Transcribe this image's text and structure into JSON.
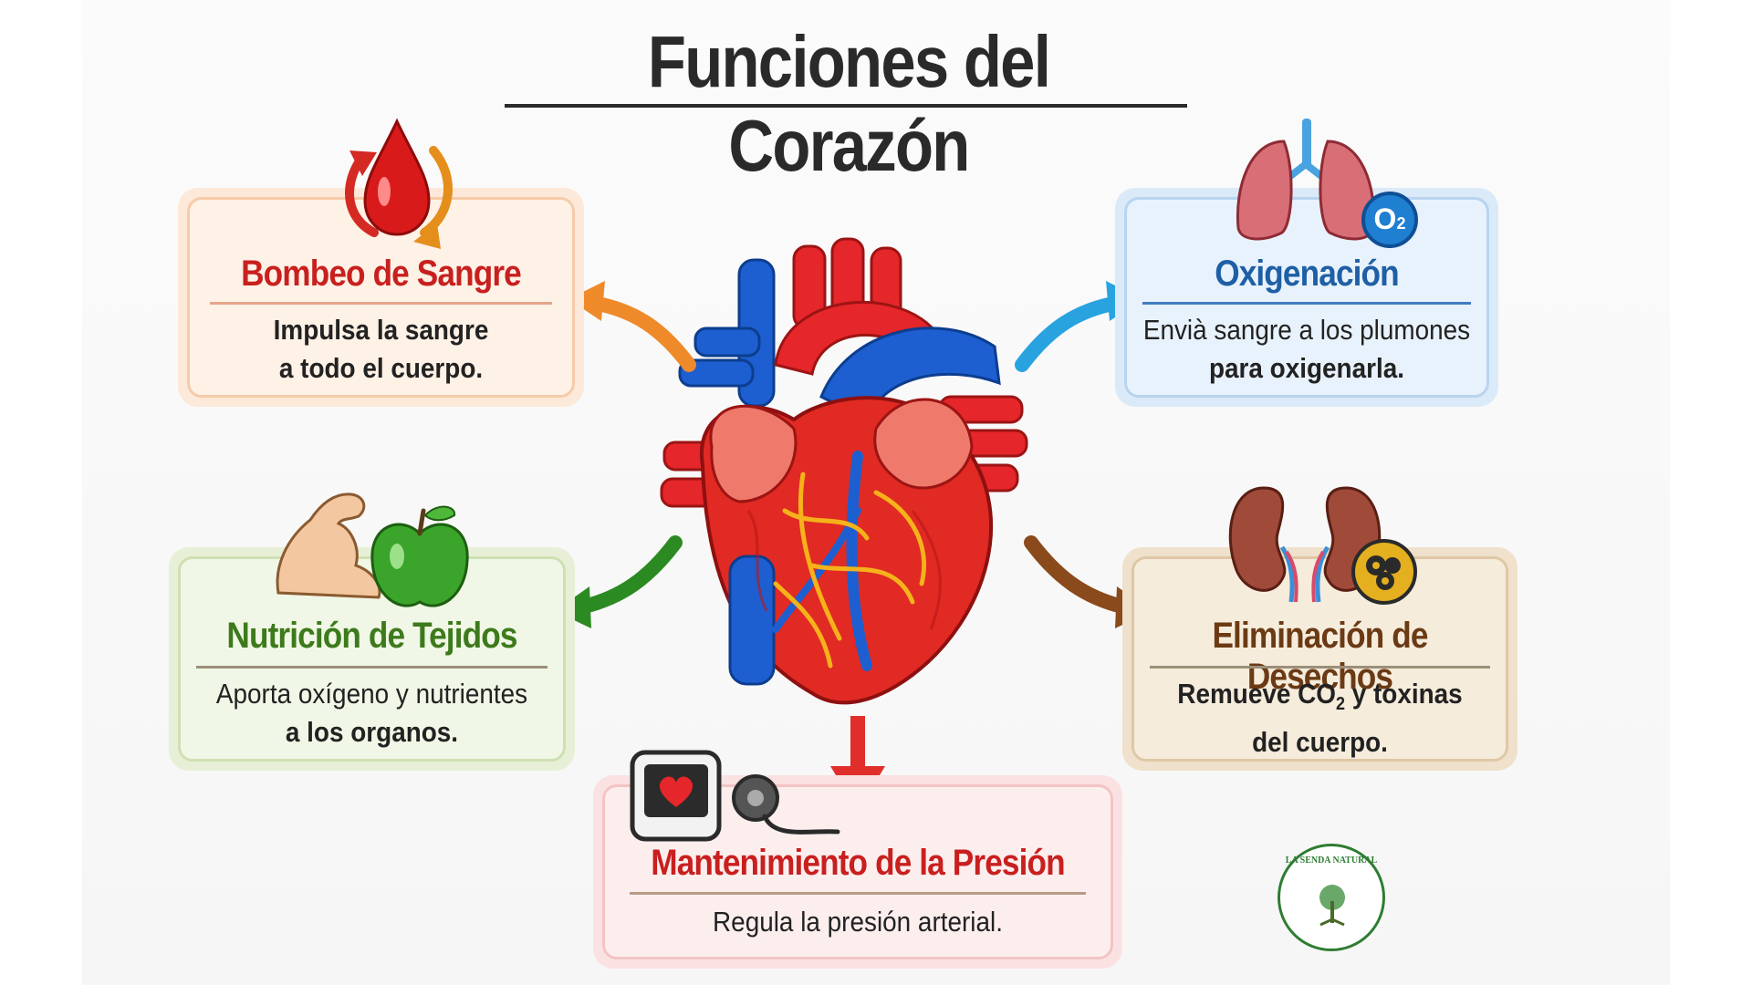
{
  "title": "Funciones del Corazón",
  "cards": {
    "bombeo": {
      "heading": "Bombeo de Sangre",
      "line1": "Impulsa la sangre",
      "line2": "a todo el cuerpo."
    },
    "oxigenacion": {
      "heading": "Oxigenación",
      "line1": "Envià sangre a los plumones",
      "line2": "para oxigenarla."
    },
    "nutricion": {
      "heading": "Nutrición de Tejidos",
      "line1": "Aporta oxígeno y nutrientes",
      "line2": "a los organos."
    },
    "eliminacion": {
      "heading": "Eliminación de Desechos",
      "line1_pre": "Remueve CO",
      "line1_sub": "2",
      "line1_post": " y toxinas",
      "line2": "del cuerpo."
    },
    "presion": {
      "heading": "Mantenimiento de la Presión",
      "line1": "Regula la presión arterial."
    }
  },
  "badges": {
    "o2": "O",
    "o2_sub": "2"
  },
  "logo": {
    "text": "LA SENDA NATURAL"
  },
  "colors": {
    "bombeo": "#c8201f",
    "oxigenacion": "#1e5fa6",
    "nutricion": "#3d7a1c",
    "eliminacion": "#6b3a14",
    "presion": "#c8201f",
    "arrow_orange": "#ef8a2b",
    "arrow_blue": "#28a3e0",
    "arrow_green": "#2b8a22",
    "arrow_brown": "#8a4a1c",
    "arrow_red": "#e02f2a"
  },
  "icons": [
    "blood-drop-icon",
    "lungs-icon",
    "muscle-arm-icon",
    "apple-icon",
    "kidneys-icon",
    "blood-pressure-monitor-icon",
    "heart-illustration"
  ]
}
